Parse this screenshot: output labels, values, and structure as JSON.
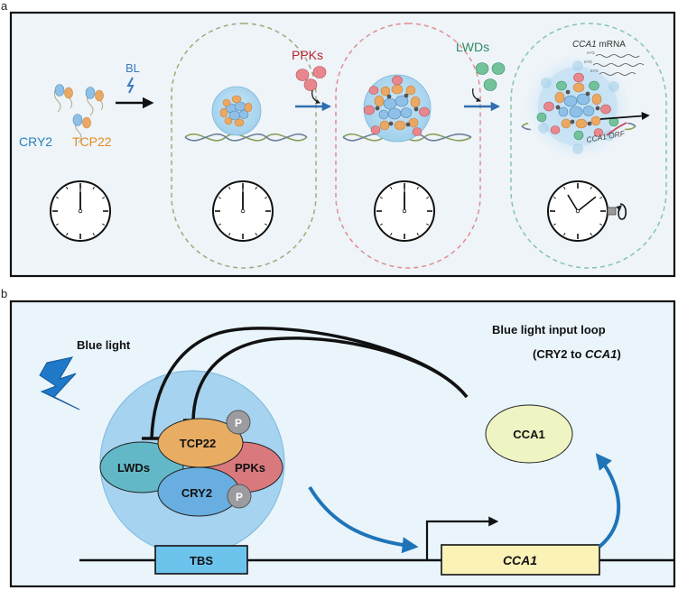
{
  "panel_a": {
    "label": "a",
    "bl": "BL",
    "cry2": "CRY2",
    "tcp22": "TCP22",
    "ppks": "PPKs",
    "lwds": "LWDs",
    "cca1_mrna_gene": "CCA1",
    "cca1_mrna_suffix": " mRNA",
    "cca1_orf_gene": "CCA1",
    "cca1_orf_suffix": " ORF",
    "m7g": "m⁷G",
    "stages": 4
  },
  "panel_b": {
    "label": "b",
    "blue_light": "Blue light",
    "loop_title": "Blue light input loop",
    "loop_sub_prefix": "(CRY2 to ",
    "loop_sub_gene": "CCA1",
    "loop_sub_suffix": ")",
    "tcp22": "TCP22",
    "lwds": "LWDs",
    "ppks": "PPKs",
    "cry2": "CRY2",
    "p": "P",
    "cca1_protein": "CCA1",
    "tbs": "TBS",
    "cca1_gene": "CCA1"
  },
  "colors": {
    "panel_bg": "#e9f4fb",
    "panel_a_bg": "#eef4f8",
    "condensate": "#9fd0ec",
    "tcp22": "#e8ad63",
    "lwds": "#63b8c8",
    "ppks": "#d9797e",
    "cry2": "#69aee0",
    "cca1_protein": "#eef4c2",
    "tbs": "#6cc3ec",
    "gene_box": "#fbf2b8",
    "arrow_blue": "#1f74b8",
    "cry2_text": "#2a7fc0",
    "tcp22_text": "#e58a1f",
    "ppks_text": "#b8242e",
    "lwds_text": "#2f8a63",
    "bl_text": "#3b79c2"
  }
}
